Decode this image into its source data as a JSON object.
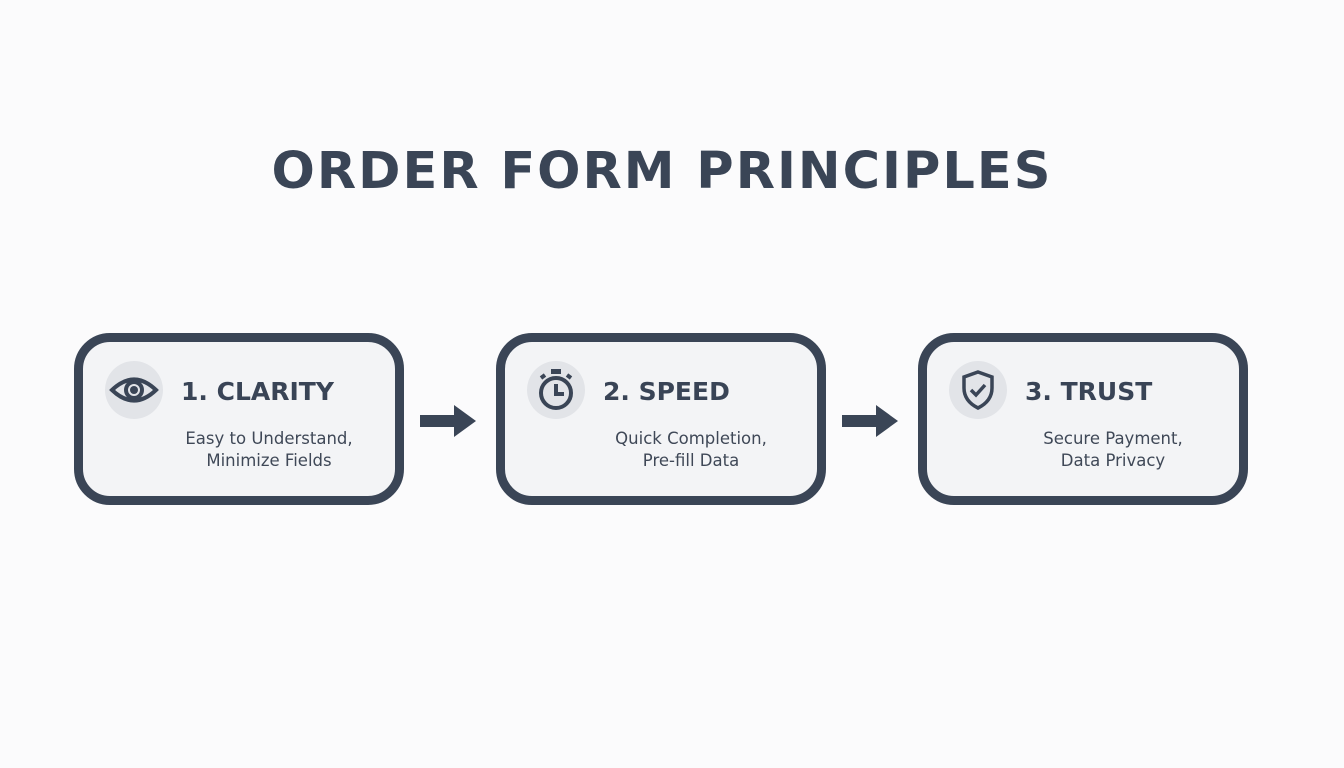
{
  "title": "ORDER FORM PRINCIPLES",
  "cards": [
    {
      "title": "1. CLARITY",
      "line1": "Easy to Understand,",
      "line2": "Minimize Fields",
      "icon": "eye-icon"
    },
    {
      "title": "2. SPEED",
      "line1": "Quick Completion,",
      "line2": "Pre-fill Data",
      "icon": "stopwatch-icon"
    },
    {
      "title": "3. TRUST",
      "line1": "Secure Payment,",
      "line2": "Data Privacy",
      "icon": "shield-check-icon"
    }
  ],
  "colors": {
    "stroke": "#3a4556",
    "card_bg": "#f3f4f6",
    "icon_bg": "#e2e4e8"
  }
}
